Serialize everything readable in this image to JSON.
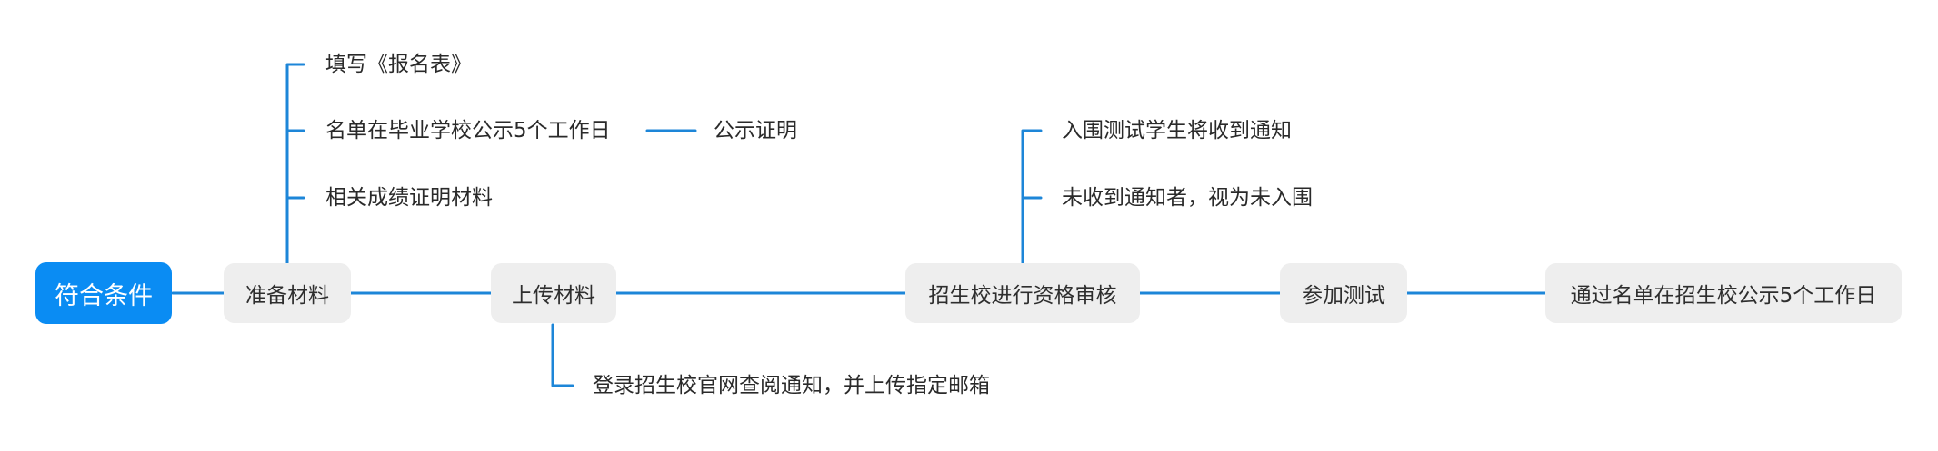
{
  "root": {
    "label": "符合条件"
  },
  "steps": [
    {
      "label": "准备材料"
    },
    {
      "label": "上传材料"
    },
    {
      "label": "招生校进行资格审核"
    },
    {
      "label": "参加测试"
    },
    {
      "label": "通过名单在招生校公示5个工作日"
    }
  ],
  "prepare_branches": [
    {
      "label": "填写《报名表》"
    },
    {
      "label": "名单在毕业学校公示5个工作日",
      "child": "公示证明"
    },
    {
      "label": "相关成绩证明材料"
    }
  ],
  "upload_branches": [
    {
      "label": "登录招生校官网查阅通知，并上传指定邮箱"
    }
  ],
  "review_branches": [
    {
      "label": "入围测试学生将收到通知"
    },
    {
      "label": "未收到通知者，视为未入围"
    }
  ],
  "colors": {
    "connector": "#1d86d8",
    "root_fill": "#0a8cf3",
    "node_fill": "#eeeeee",
    "text": "#2a2a2a"
  }
}
